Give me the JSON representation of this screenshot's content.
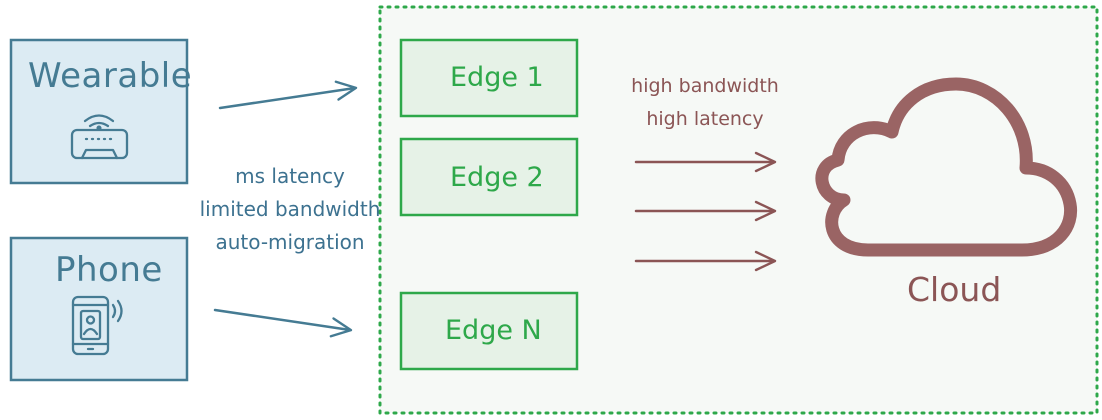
{
  "devices": {
    "wearable": {
      "label": "Wearable",
      "icon": "vr-headset-icon"
    },
    "phone": {
      "label": "Phone",
      "icon": "smartphone-signal-icon"
    }
  },
  "edges": [
    {
      "label": "Edge 1"
    },
    {
      "label": "Edge 2"
    },
    {
      "label": "Edge N"
    }
  ],
  "edge_link_notes": [
    "ms latency",
    "limited bandwidth",
    "auto-migration"
  ],
  "cloud_link_notes": [
    "high bandwidth",
    "high latency"
  ],
  "cloud": {
    "label": "Cloud",
    "icon": "cloud-icon"
  },
  "colors": {
    "device_stroke": "#457b93",
    "device_fill": "#dcebf3",
    "edge_stroke": "#2ea84a",
    "edge_fill": "#e6f2e7",
    "region_fill": "#f6f9f6",
    "cloud_stroke": "#9a6464",
    "arrow_blue": "#457b93",
    "arrow_red": "#8b5555"
  }
}
